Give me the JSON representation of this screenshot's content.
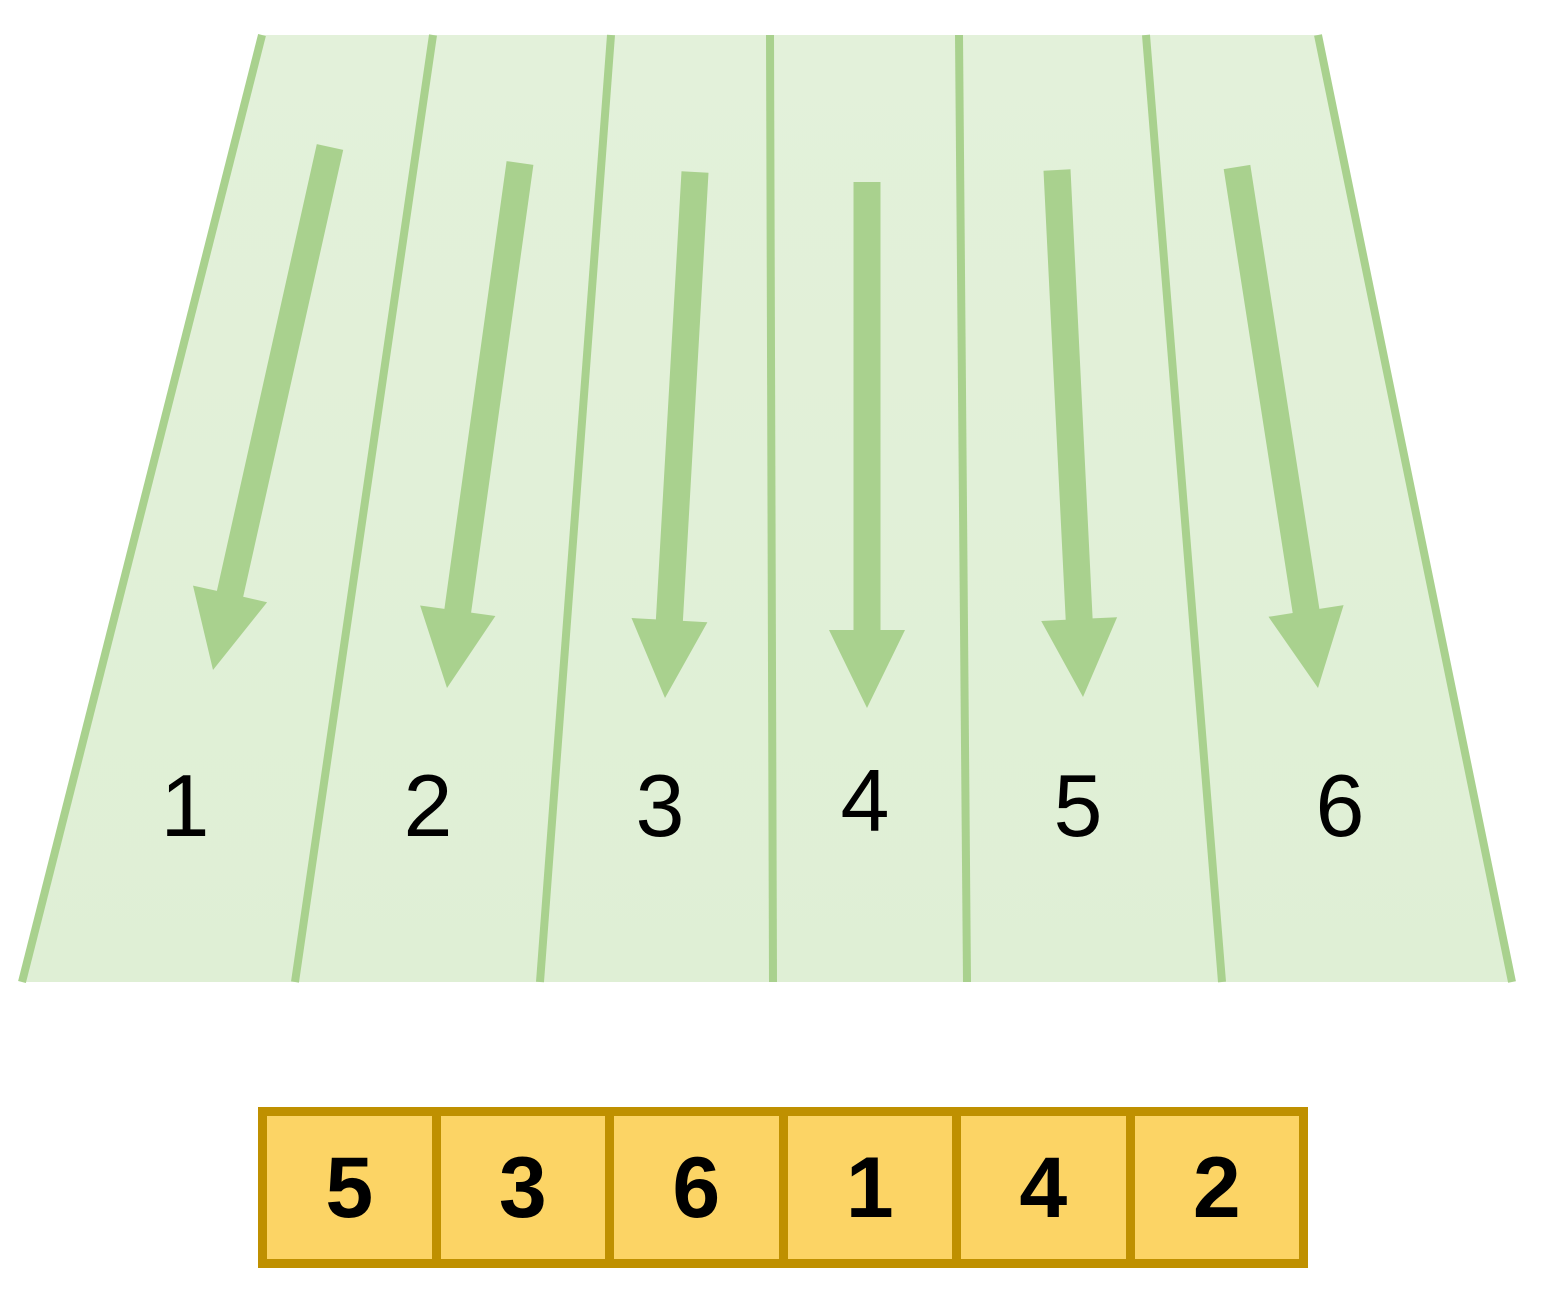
{
  "field": {
    "lanes": [
      {
        "label": "1",
        "icon": "down-arrow-icon"
      },
      {
        "label": "2",
        "icon": "down-arrow-icon"
      },
      {
        "label": "3",
        "icon": "down-arrow-icon"
      },
      {
        "label": "4",
        "icon": "down-arrow-icon"
      },
      {
        "label": "5",
        "icon": "down-arrow-icon"
      },
      {
        "label": "6",
        "icon": "down-arrow-icon"
      }
    ]
  },
  "result_row": {
    "values": [
      "5",
      "3",
      "6",
      "1",
      "4",
      "2"
    ]
  },
  "colors": {
    "lane_fill": "#e3f1da",
    "lane_fill_bottom": "#dfefd5",
    "lane_line": "#a9d18e",
    "arrow_green": "#a9d18e",
    "number_color": "#000000",
    "box_fill": "#fcd465",
    "box_border": "#bf9000"
  }
}
